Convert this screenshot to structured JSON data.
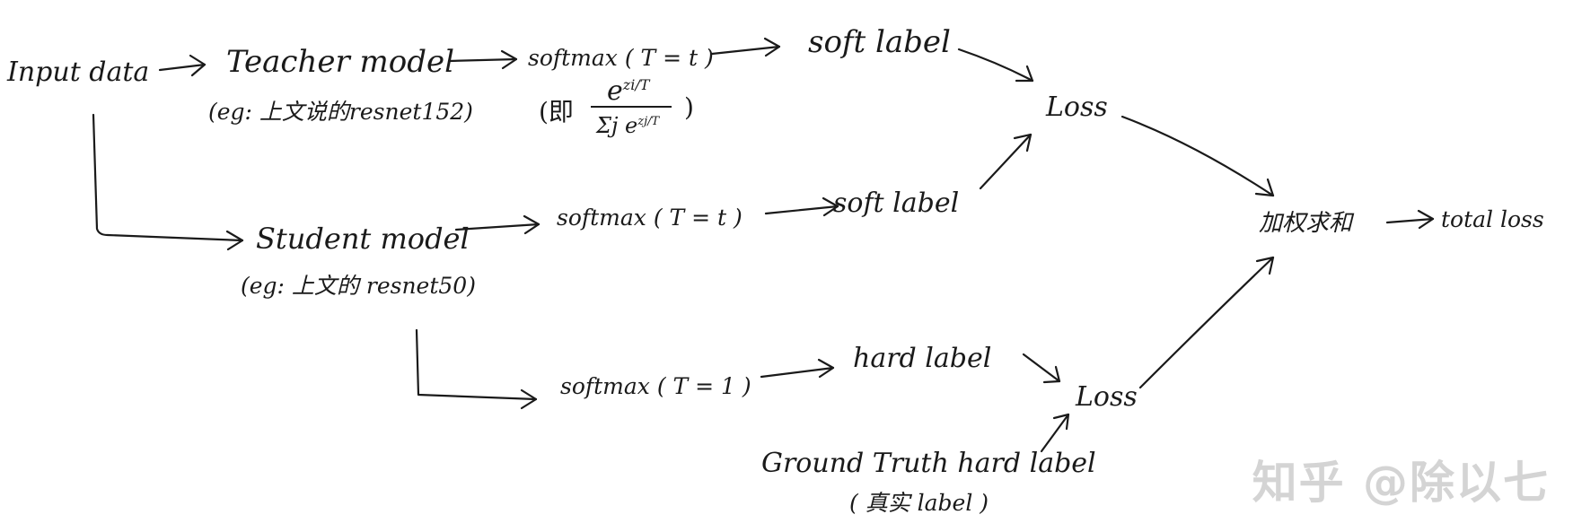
{
  "nodes": {
    "input_data": "Input data",
    "teacher_model": "Teacher model",
    "teacher_note": "(eg: 上文说的resnet152)",
    "teacher_softmax": "softmax ( T = t )",
    "teacher_softmax_note_prefix": "(即",
    "teacher_softmax_note_suffix": ")",
    "formula_numerator_base": "e",
    "formula_numerator_exp": "zi/T",
    "formula_denominator_sum": "Σj e",
    "formula_denominator_exp": "zj/T",
    "teacher_soft_label": "soft label",
    "loss_top": "Loss",
    "student_model": "Student model",
    "student_note": "(eg: 上文的 resnet50)",
    "student_softmax_t": "softmax ( T = t )",
    "student_soft_label": "soft label",
    "student_softmax_1": "softmax ( T = 1 )",
    "hard_label": "hard label",
    "loss_bottom": "Loss",
    "ground_truth": "Ground Truth hard label",
    "ground_truth_note": "( 真实 label )",
    "weighted_sum": "加权求和",
    "total_loss": "total loss"
  },
  "watermark": "知乎 @除以七"
}
